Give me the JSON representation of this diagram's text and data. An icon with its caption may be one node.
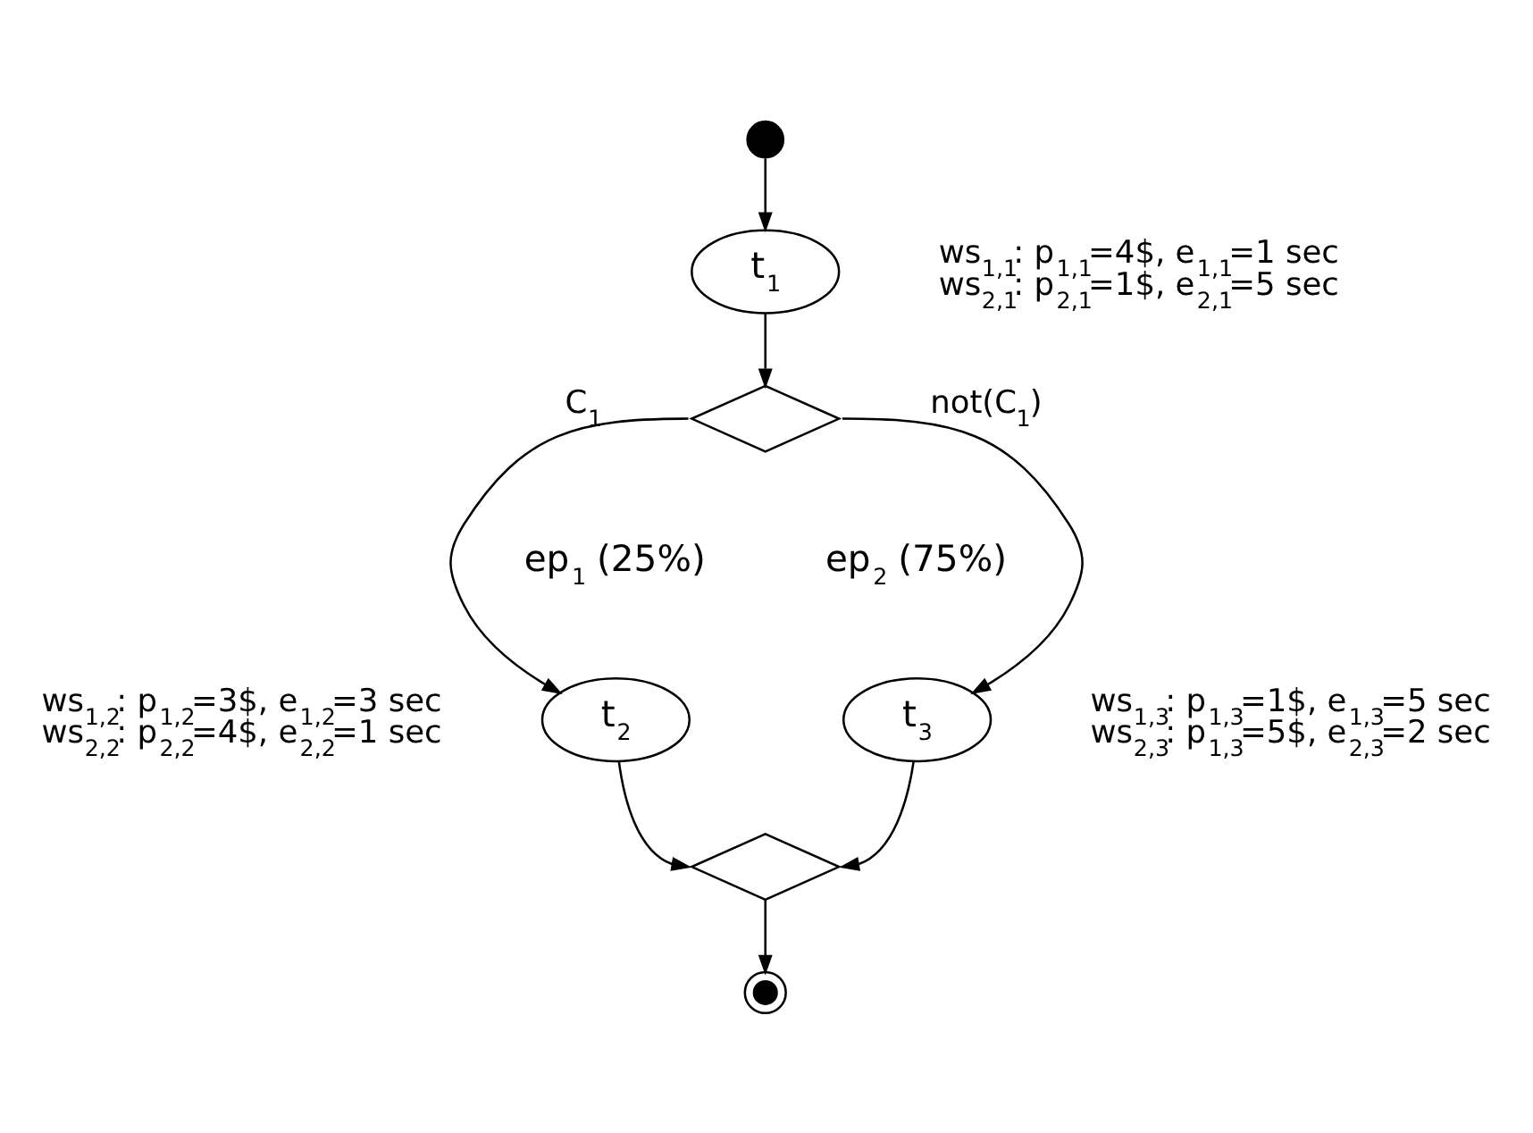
{
  "diagram": {
    "nodes": [
      {
        "text": [],
        "shape": "circle"
      },
      {
        "text": [
          "t$_{1}$"
        ],
        "beside": [
          "ws$_{1,1}$: p$_{1,1}$=4$, e$_{1,1}$=1 sec",
          "ws$_{2,1}$: p$_{2,1}$=1$, e$_{2,1}$=5 sec"
        ]
      },
      {
        "text": [],
        "shape": "diamond"
      },
      {
        "text": [
          "t$_{2}$"
        ],
        "beside": [
          "ws$_{1,2}$: p$_{1,2}$=3$, e$_{1,2}$=3 sec",
          "ws$_{2,2}$: p$_{2,2}$=4$, e$_{2,2}$=1 sec"
        ]
      },
      {
        "text": [
          "t$_{3}$"
        ],
        "beside": [
          "ws$_{1,3}$: p$_{1,3}$=1$, e$_{1,3}$=5 sec",
          "ws$_{2,3}$: p$_{1,3}$=5$, e$_{2,3}$=2 sec"
        ]
      },
      {
        "text": [],
        "shape": "diamond"
      },
      {
        "text": [],
        "shape": "bullseye"
      }
    ],
    "edges": [
      {
        "from": 0,
        "to": 1,
        "arrow": "to"
      },
      {
        "from": 1,
        "to": 2,
        "arrow": "to"
      },
      {
        "from": 2,
        "to": 3,
        "arrow": "to",
        "label": "C$_{1}$"
      },
      {
        "from": 2,
        "to": 4,
        "arrow": "to",
        "label": "not(C$_{1}$)"
      },
      {
        "from": 3,
        "to": 5,
        "arrow": "to"
      },
      {
        "from": 4,
        "to": 5,
        "arrow": "to"
      },
      {
        "from": 5,
        "to": 6,
        "arrow": "to"
      }
    ],
    "labels": [
      "ep$_{1}$ (25%)",
      "ep$_{2}$ (75%)"
    ]
  }
}
